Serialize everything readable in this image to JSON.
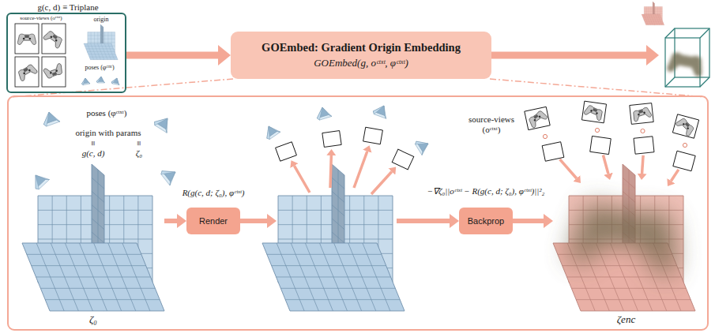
{
  "diagram": {
    "nodes": [
      {
        "text": [
          "g(c, d) ≡ Triplane",
          "source-views (oᶜᵗˣᵗ)",
          "origin",
          "poses (φᶜᵗˣᵗ)"
        ]
      },
      {
        "text": [
          "GOEmbed: Gradient Origin Embedding",
          "GOEmbed(g, oᶜᵗˣᵗ, φᶜᵗˣᵗ)"
        ]
      },
      {
        "text": [
          "ζ₀"
        ]
      },
      {
        "text": [
          "Render"
        ]
      },
      {
        "text": [
          "Backprop"
        ]
      },
      {
        "text": [
          "ζenc"
        ]
      }
    ],
    "edges": [
      {
        "from": 0,
        "to": 1,
        "arrow": "to"
      },
      {
        "from": 2,
        "to": 3,
        "arrow": "to"
      },
      {
        "from": 4,
        "to": 5,
        "arrow": "to"
      }
    ],
    "labels": [
      "poses (φᶜᵗˣᵗ)",
      "origin with params",
      "≡",
      "g(c, d)",
      "≡",
      "ζ₀",
      "R(g(c, d; ζ₀), φᶜᵗˣᵗ)",
      "−∇ζ₀||oᶜᵗˣᵗ − R(g(c, d; ζ₀), φᶜᵗˣᵗ)||²₂",
      "source-views (oᶜᵗˣᵗ)"
    ]
  }
}
